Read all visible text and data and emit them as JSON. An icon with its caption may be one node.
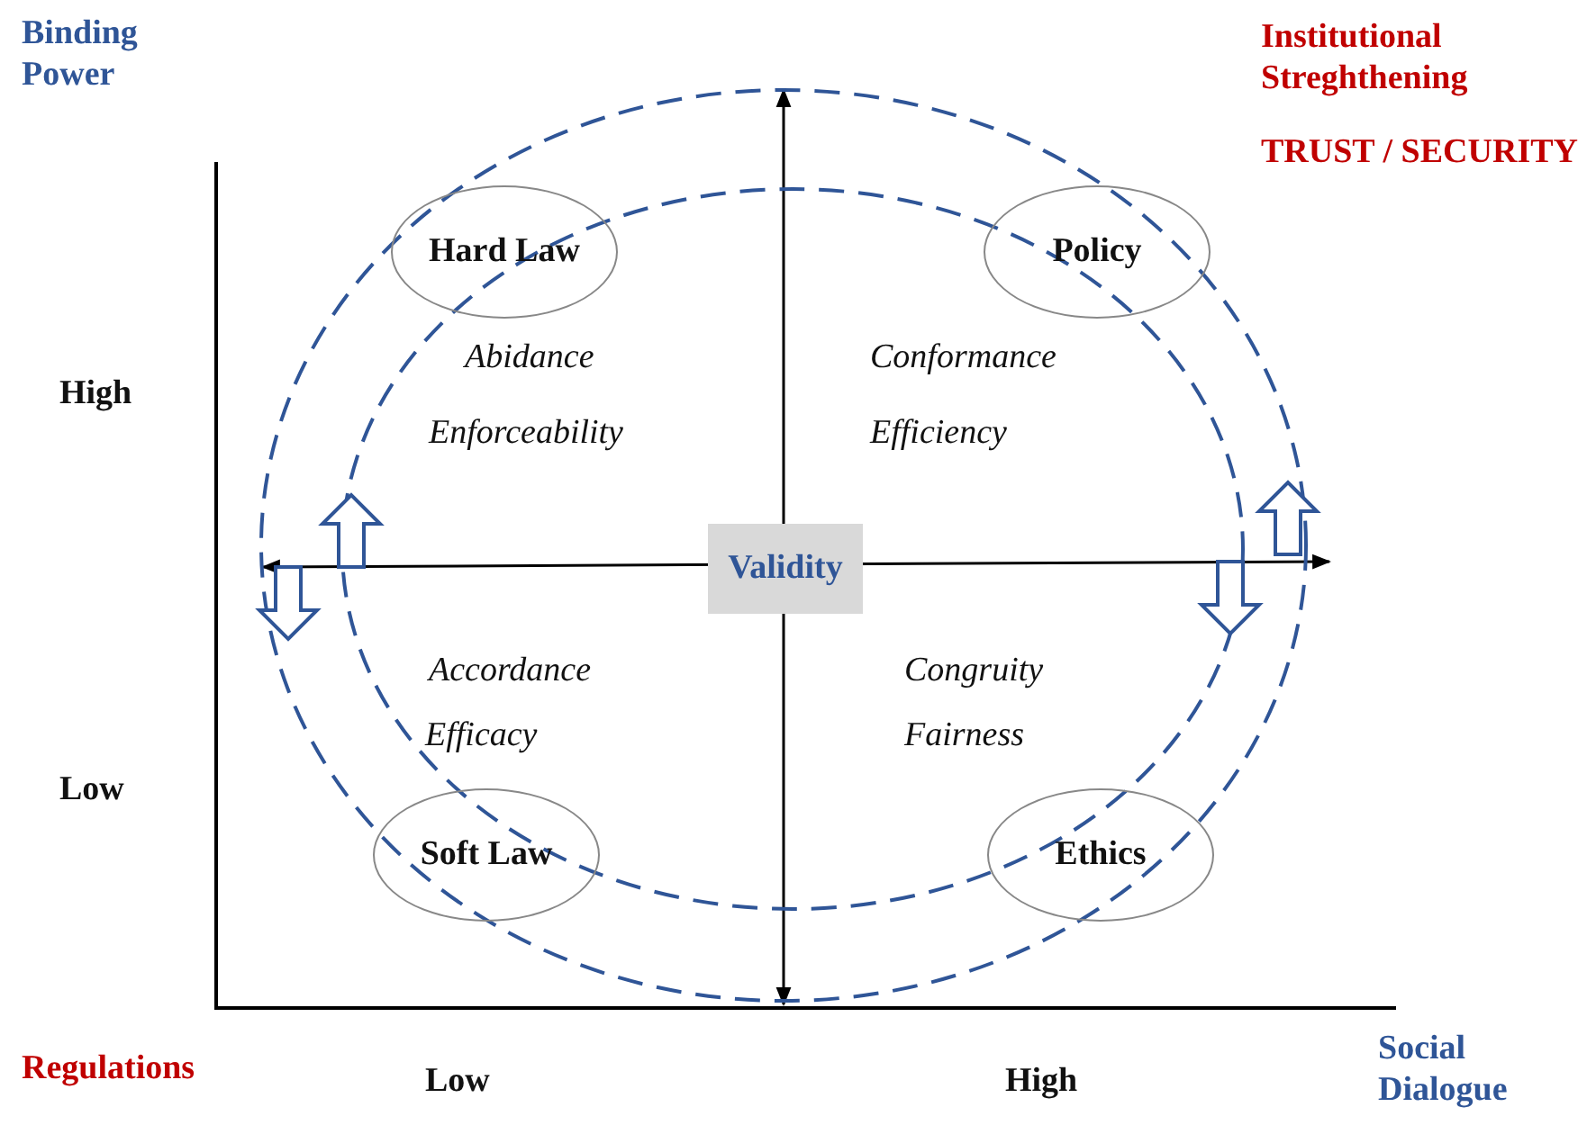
{
  "diagram": {
    "nodes": [
      {
        "text": [
          "Hard Law"
        ]
      },
      {
        "text": [
          "Policy"
        ]
      },
      {
        "text": [
          "Validity"
        ]
      },
      {
        "text": [
          "Soft Law"
        ]
      },
      {
        "text": [
          "Ethics"
        ]
      }
    ],
    "labels": [
      "Binding Power",
      "Institutional Streghthening",
      "TRUST / SECURITY",
      "High",
      "Abidance",
      "Conformance",
      "Enforceability",
      "Efficiency",
      "Accordance",
      "Congruity",
      "Efficacy",
      "Fairness",
      "Low",
      "Regulations",
      "Low",
      "High",
      "Social Dialogue"
    ]
  }
}
